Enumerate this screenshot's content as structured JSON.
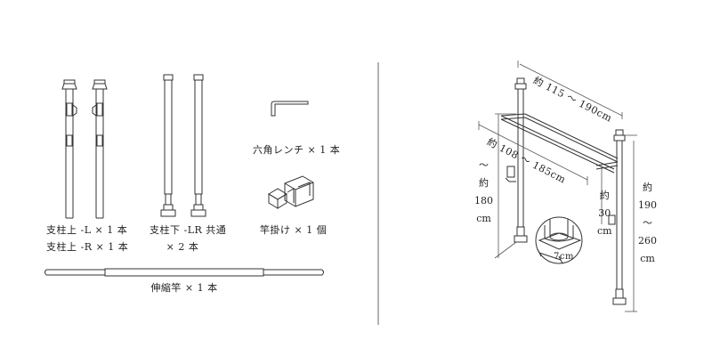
{
  "parts": {
    "upper_left": "支柱上 -L × 1 本",
    "upper_right": "支柱上 -R × 1 本",
    "lower_post": "支柱下 -LR 共通",
    "lower_post_qty": "× 2 本",
    "hex_wrench": "六角レンチ × 1 本",
    "pole_hanger": "竿掛け × 1 個",
    "telescopic_pole": "伸縮竿 × 1 本"
  },
  "dimensions": {
    "width_top": "約 115 ～ 190cm",
    "pole_length": "約 108 ～ 185cm",
    "left_height": [
      "～",
      "約",
      "180",
      "cm"
    ],
    "hanger_offset": [
      "約",
      "30",
      "cm"
    ],
    "right_height": [
      "約",
      "190",
      "～",
      "260",
      "cm"
    ],
    "base_size": "7cm"
  }
}
